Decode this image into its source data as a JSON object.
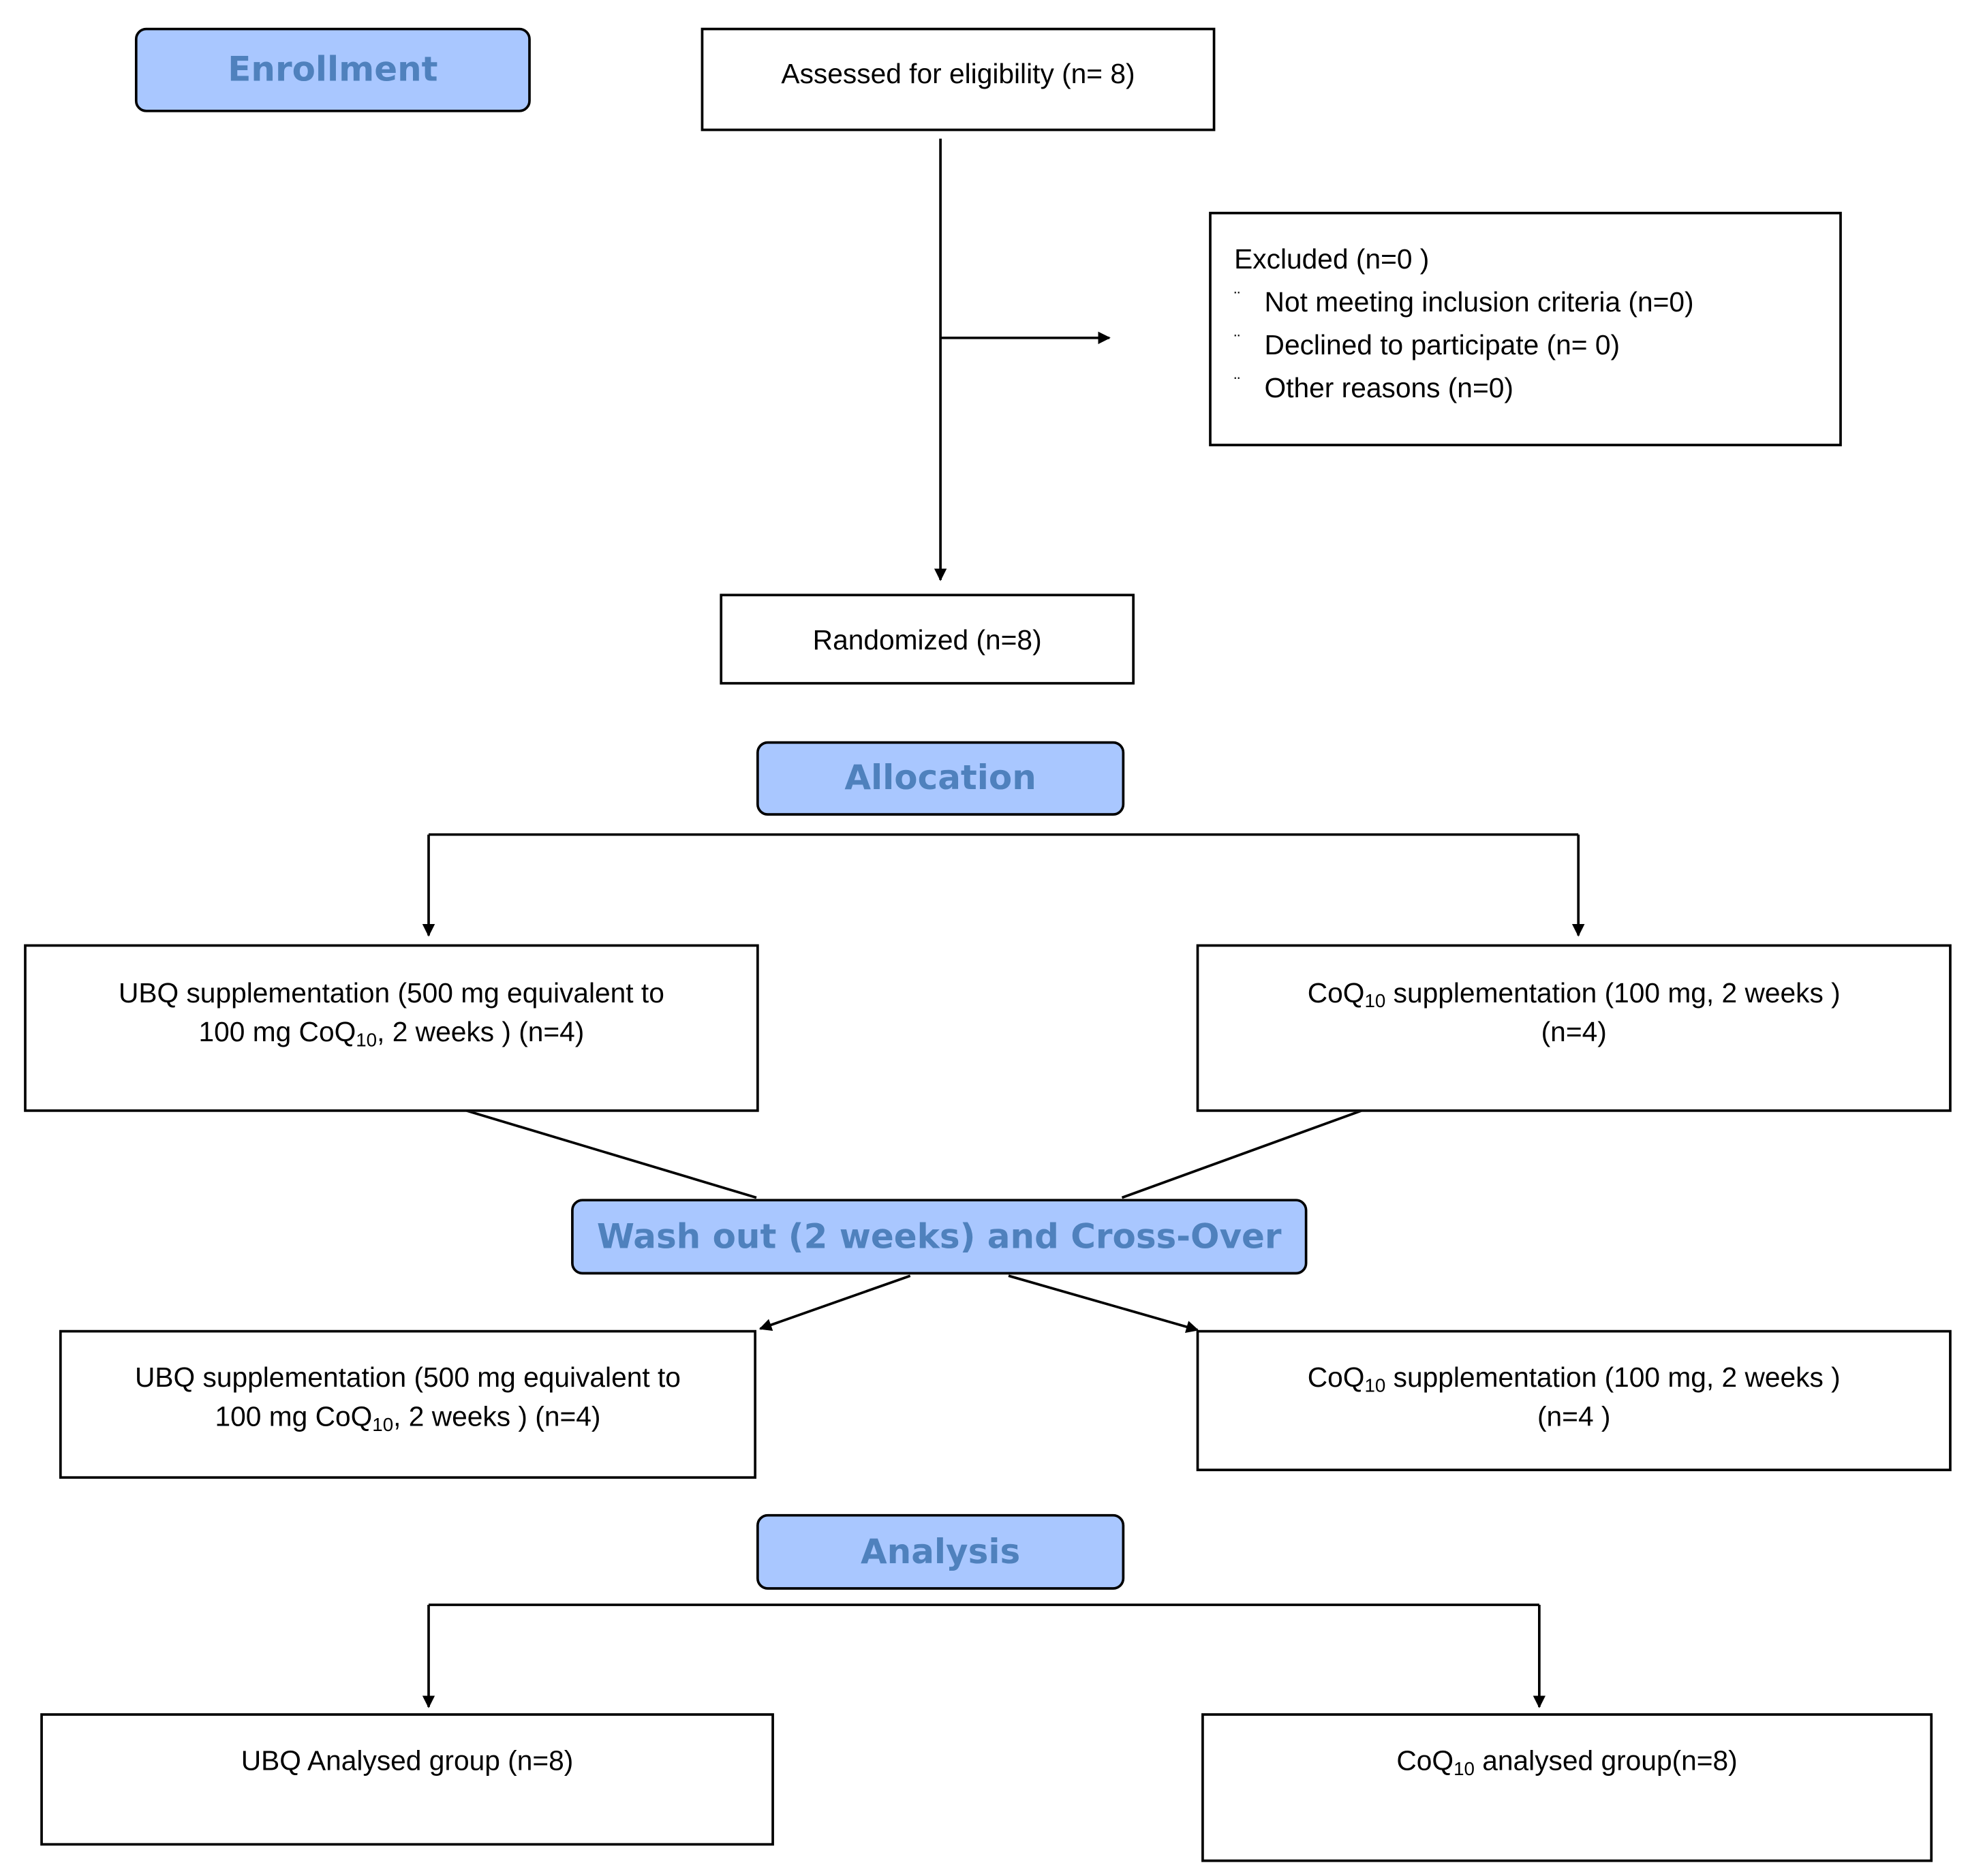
{
  "phases": {
    "enrollment": "Enrollment",
    "allocation": "Allocation",
    "washout": "Wash out (2 weeks) and Cross-Over",
    "analysis": "Analysis"
  },
  "boxes": {
    "assessed": "Assessed for eligibility (n= 8)",
    "excluded": {
      "title": "Excluded  (n=0 )",
      "bullet": "¨",
      "items": [
        "Not meeting inclusion criteria (n=0)",
        "Declined to participate (n= 0)",
        "Other reasons (n=0)"
      ]
    },
    "randomized": "Randomized (n=8)",
    "ubq_period1": {
      "line1": "UBQ supplementation  (500 mg equivalent to",
      "line2_pre": "100 mg CoQ",
      "line2_sub": "10",
      "line2_post": ", 2 weeks  ) (n=4)"
    },
    "coq_period1": {
      "line1_pre": "CoQ",
      "line1_sub": "10",
      "line1_post": "  supplementation (100 mg, 2 weeks  )",
      "line2": "(n=4)"
    },
    "ubq_period2": {
      "line1": "UBQ supplementation (500 mg equivalent to",
      "line2_pre": "100 mg CoQ",
      "line2_sub": "10",
      "line2_post": ", 2 weeks  ) (n=4)"
    },
    "coq_period2": {
      "line1_pre": "CoQ",
      "line1_sub": "10",
      "line1_post": "  supplementation (100 mg, 2 weeks  )",
      "line2": "(n=4 )"
    },
    "ubq_analysed": "UBQ Analysed group (n=8)",
    "coq_analysed": {
      "pre": "CoQ",
      "sub": "10",
      "post": " analysed group(n=8)"
    }
  }
}
